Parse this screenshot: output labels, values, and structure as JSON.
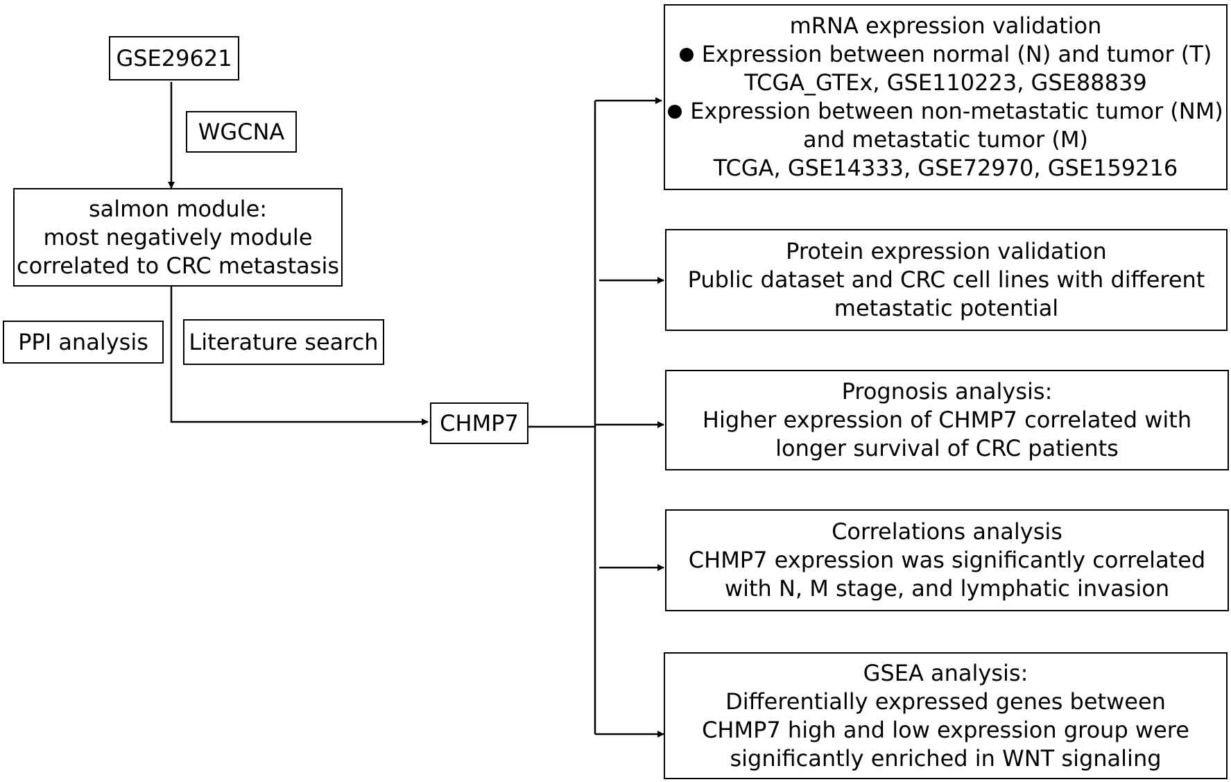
{
  "left": {
    "dataset": "GSE29621",
    "method": "WGCNA",
    "module": {
      "title": "salmon module:",
      "line2": "most negatively module",
      "line3": "correlated to CRC metastasis"
    },
    "ppi": "PPI analysis",
    "literature": "Literature search"
  },
  "center": {
    "gene": "CHMP7"
  },
  "right": {
    "mrna": {
      "title": "mRNA expression validation",
      "b1": "Expression between normal (N) and tumor (T)",
      "b1_data": "TCGA_GTEx, GSE110223, GSE88839",
      "b2": "Expression between non-metastatic tumor (NM)",
      "b2_cont": "and metastatic tumor (M)",
      "b2_data": "TCGA, GSE14333, GSE72970, GSE159216"
    },
    "protein": {
      "title": "Protein expression validation",
      "line2": "Public dataset and CRC cell lines with different",
      "line3": "metastatic potential"
    },
    "prognosis": {
      "title": "Prognosis analysis:",
      "line2": "Higher expression of CHMP7 correlated with",
      "line3": "longer survival of CRC patients"
    },
    "correlation": {
      "title": "Correlations analysis",
      "line2": "CHMP7 expression was significantly correlated",
      "line3": "with N, M stage, and lymphatic invasion"
    },
    "gsea": {
      "title": "GSEA analysis:",
      "line2": "Differentially expressed genes between",
      "line3": "CHMP7 high and low expression group were",
      "line4": "significantly enriched in WNT signaling"
    }
  }
}
